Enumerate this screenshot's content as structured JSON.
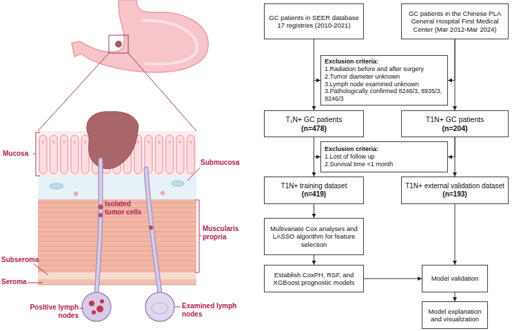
{
  "diagram": {
    "nodes": [
      {
        "text": [
          "GC patients in SEER database 17 registries (2010-2021)"
        ]
      },
      {
        "text": [
          "GC patients in the Chinese PLA General Hospital First Medical Center (Mar 2012-Mar 2024)"
        ]
      },
      {
        "text": [
          "Exclusion criteria:",
          "1.Radiation before and after surgery",
          "2.Tumor diameter unknown",
          "3.Lymph node examined unknown",
          "3.Pathologically confirmed 8246/3, 8935/3, 8246/3"
        ]
      },
      {
        "text": [
          "T₁N+ GC patients",
          "(n=478)"
        ]
      },
      {
        "text": [
          "T1N+ GC patients",
          "(n=204)"
        ]
      },
      {
        "text": [
          "Exclusion criteria:",
          "1.Lost of follow up",
          "2.Survival time <1 month"
        ]
      },
      {
        "text": [
          "T1N+ training dataset",
          "(n=419)"
        ]
      },
      {
        "text": [
          "T1N+ external validation dataset",
          "(n=193)"
        ]
      },
      {
        "text": [
          "Multivariate Cox analyses and LASSO algorithm for feature selection"
        ]
      },
      {
        "text": [
          "Establish CoxPH, RSF, and XGBoost prognostic models"
        ]
      },
      {
        "text": [
          "Model validation"
        ]
      },
      {
        "text": [
          "Model explanation and visualization"
        ]
      }
    ],
    "edges": [
      {
        "from": 0,
        "to": 3,
        "arrow": "to"
      },
      {
        "from": 0,
        "to": 2,
        "arrow": "to"
      },
      {
        "from": 1,
        "to": 4,
        "arrow": "to"
      },
      {
        "from": 1,
        "to": 2,
        "arrow": "to"
      },
      {
        "from": 3,
        "to": 6,
        "arrow": "to"
      },
      {
        "from": 3,
        "to": 5,
        "arrow": "to"
      },
      {
        "from": 4,
        "to": 7,
        "arrow": "to"
      },
      {
        "from": 4,
        "to": 5,
        "arrow": "to"
      },
      {
        "from": 6,
        "to": 8,
        "arrow": "to"
      },
      {
        "from": 8,
        "to": 9,
        "arrow": "to"
      },
      {
        "from": 9,
        "to": 10,
        "arrow": "to"
      },
      {
        "from": 7,
        "to": 10,
        "arrow": "to"
      },
      {
        "from": 10,
        "to": 11,
        "arrow": "to"
      }
    ],
    "labels": [
      "Mucosa",
      "Submucosa",
      "Isolated tumor cells",
      "Muscularis propria",
      "Subseroma",
      "Seroma",
      "Positive lymph nodes",
      "Examined lymph nodes"
    ]
  }
}
